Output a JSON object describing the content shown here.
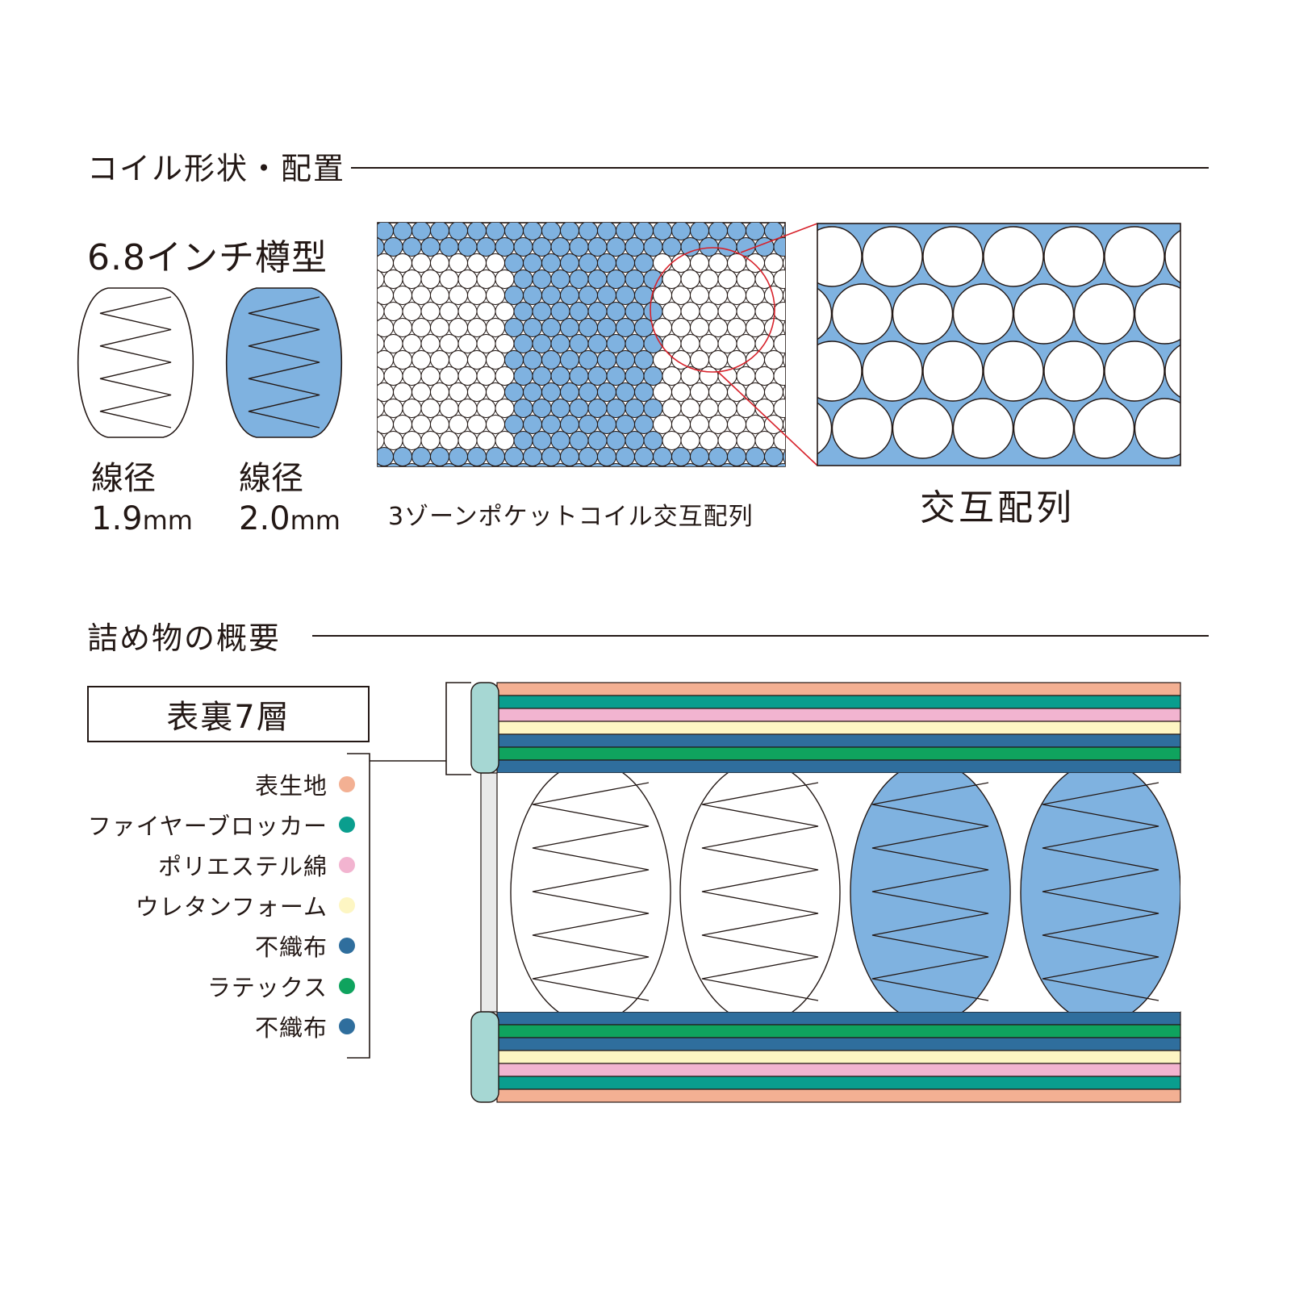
{
  "section1": {
    "title": "コイル形状・配置"
  },
  "coil": {
    "type": "6.8インチ樽型",
    "springs": [
      {
        "label": "線径",
        "value": "1.9",
        "unit": "mm",
        "fill": "#ffffff"
      },
      {
        "label": "線径",
        "value": "2.0",
        "unit": "mm",
        "fill": "#7fb2e0"
      }
    ],
    "zone_caption": "3ゾーンポケットコイル交互配列",
    "detail_caption": "交互配列"
  },
  "section2": {
    "title": "詰め物の概要"
  },
  "layers": {
    "box_title": "表裏7層",
    "items": [
      {
        "name": "表生地",
        "color": "#f3b093"
      },
      {
        "name": "ファイヤーブロッカー",
        "color": "#0a9e8e"
      },
      {
        "name": "ポリエステル綿",
        "color": "#f2b4d0"
      },
      {
        "name": "ウレタンフォーム",
        "color": "#fdf6c3"
      },
      {
        "name": "不織布",
        "color": "#2f6e9d"
      },
      {
        "name": "ラテックス",
        "color": "#0fa35e"
      },
      {
        "name": "不織布",
        "color": "#2f6e9d"
      }
    ]
  },
  "colors": {
    "blue_coil": "#7fb2e0",
    "line": "#231815",
    "highlight": "#d7222b",
    "edge": "#a6d7d3"
  }
}
